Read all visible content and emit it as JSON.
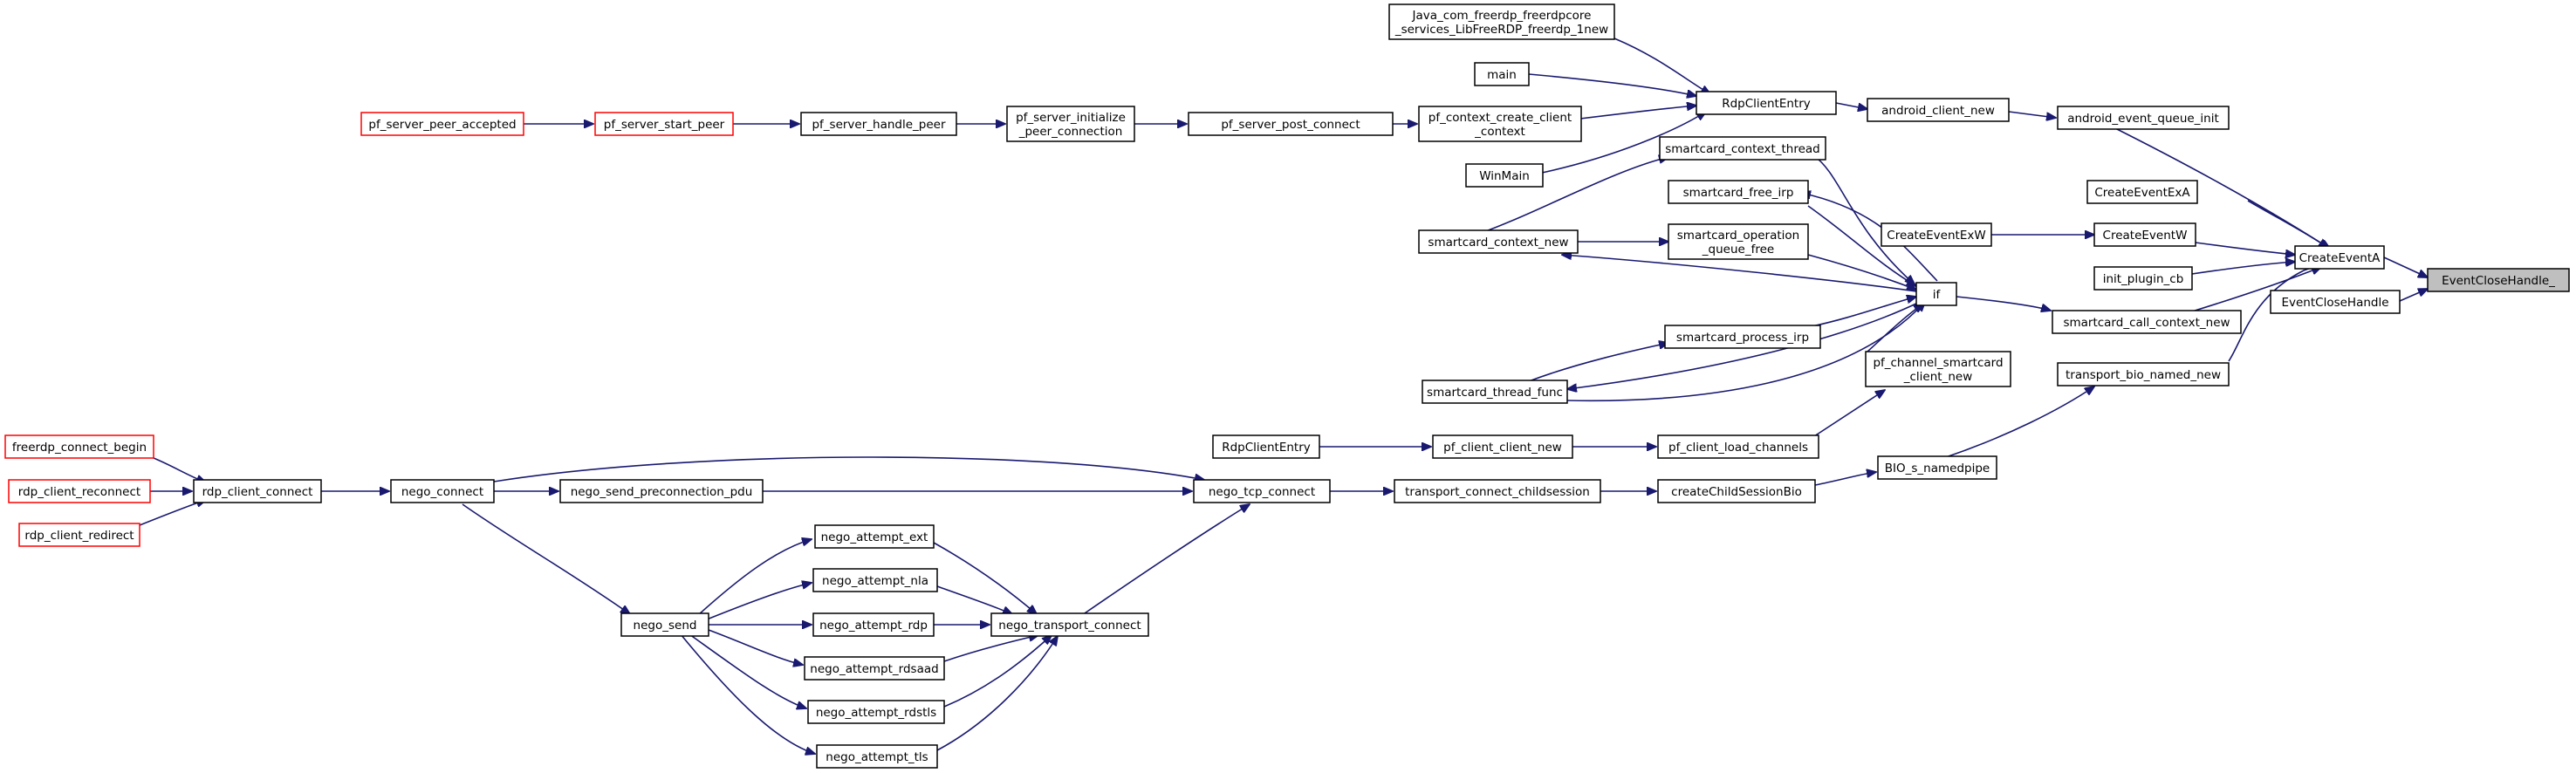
{
  "diagram": {
    "type": "call-graph",
    "colors": {
      "edge": "#191970",
      "highlight_fill": "#bfbfbf",
      "red_border": "#ff0000",
      "node_border": "#000000"
    },
    "nodes": {
      "EventCloseHandle_": "EventCloseHandle_",
      "CreateEventA": "CreateEventA",
      "EventCloseHandle": "EventCloseHandle",
      "android_event_queue_init": "android_event_queue_init",
      "CreateEventExA": "CreateEventExA",
      "CreateEventW": "CreateEventW",
      "CreateEventExW": "CreateEventExW",
      "init_plugin_cb": "init_plugin_cb",
      "smartcard_call_context_new": "smartcard_call_context_new",
      "transport_bio_named_new": "transport_bio_named_new",
      "android_client_new": "android_client_new",
      "RdpClientEntry_top": "RdpClientEntry",
      "Java_line1": "Java_com_freerdp_freerdpcore",
      "Java_line2": "_services_LibFreeRDP_freerdp_1new",
      "main": "main",
      "pf_context_line1": "pf_context_create_client",
      "pf_context_line2": "_context",
      "WinMain": "WinMain",
      "pf_server_post_connect": "pf_server_post_connect",
      "pf_init_line1": "pf_server_initialize",
      "pf_init_line2": "_peer_connection",
      "pf_server_handle_peer": "pf_server_handle_peer",
      "pf_server_start_peer": "pf_server_start_peer",
      "pf_server_peer_accepted": "pf_server_peer_accepted",
      "if": "if",
      "smartcard_context_thread": "smartcard_context_thread",
      "smartcard_free_irp": "smartcard_free_irp",
      "sc_op_line1": "smartcard_operation",
      "sc_op_line2": "_queue_free",
      "smartcard_context_new": "smartcard_context_new",
      "smartcard_process_irp": "smartcard_process_irp",
      "smartcard_thread_func": "smartcard_thread_func",
      "pf_chan_line1": "pf_channel_smartcard",
      "pf_chan_line2": "_client_new",
      "pf_client_load_channels": "pf_client_load_channels",
      "pf_client_client_new": "pf_client_client_new",
      "RdpClientEntry_mid": "RdpClientEntry",
      "BIO_s_namedpipe": "BIO_s_namedpipe",
      "createChildSessionBio": "createChildSessionBio",
      "transport_connect_childsession": "transport_connect_childsession",
      "nego_tcp_connect": "nego_tcp_connect",
      "nego_send_preconnection_pdu": "nego_send_preconnection_pdu",
      "nego_connect": "nego_connect",
      "rdp_client_connect": "rdp_client_connect",
      "freerdp_connect_begin": "freerdp_connect_begin",
      "rdp_client_reconnect": "rdp_client_reconnect",
      "rdp_client_redirect": "rdp_client_redirect",
      "nego_transport_connect": "nego_transport_connect",
      "nego_attempt_ext": "nego_attempt_ext",
      "nego_attempt_nla": "nego_attempt_nla",
      "nego_attempt_rdp": "nego_attempt_rdp",
      "nego_attempt_rdsaad": "nego_attempt_rdsaad",
      "nego_attempt_rdstls": "nego_attempt_rdstls",
      "nego_attempt_tls": "nego_attempt_tls",
      "nego_send": "nego_send"
    }
  }
}
